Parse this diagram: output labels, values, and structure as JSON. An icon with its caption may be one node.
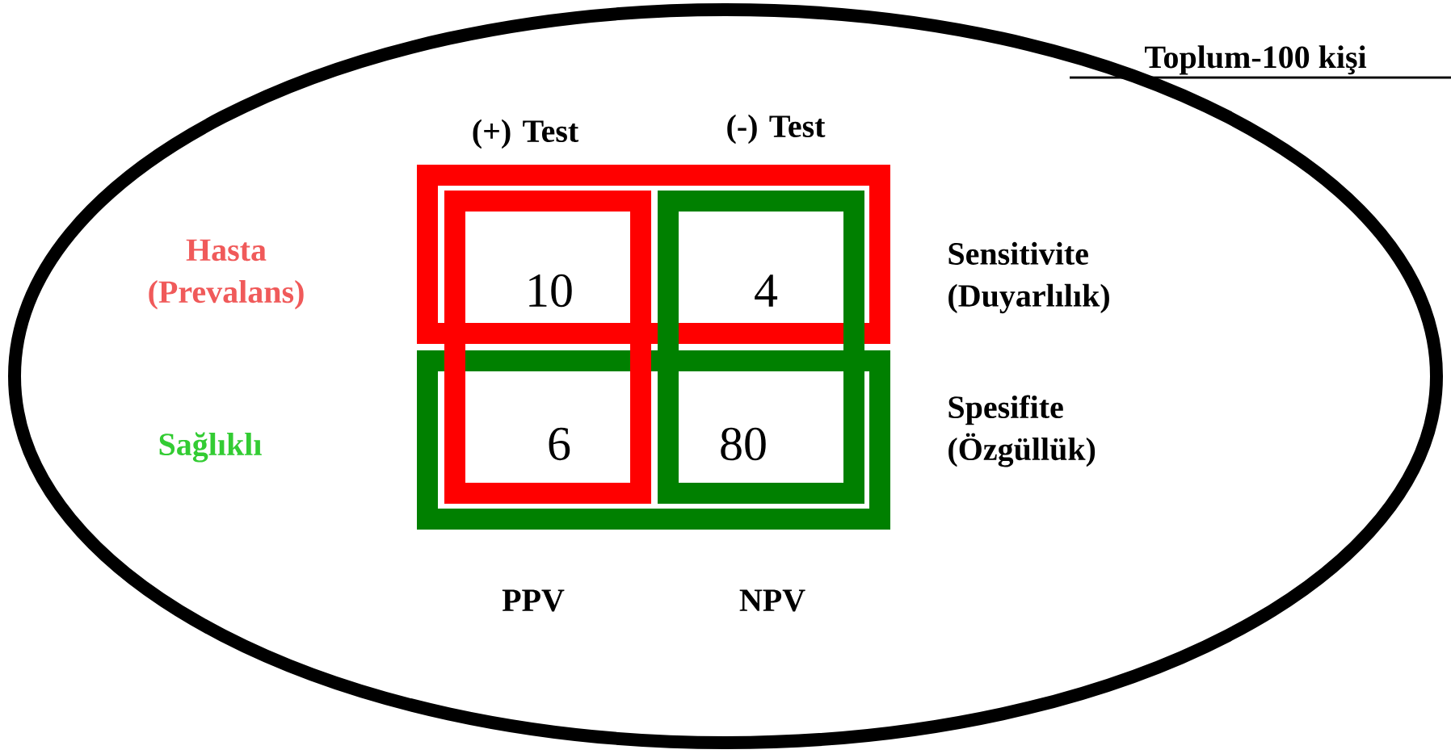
{
  "diagram": {
    "nodes": [
      {
        "text": [
          "Toplum-100 kişi"
        ]
      },
      {
        "text": [
          "10"
        ],
        "in": 0
      },
      {
        "text": [
          "4"
        ],
        "in": 0
      },
      {
        "text": [
          "6"
        ],
        "in": 0
      },
      {
        "text": [
          "80"
        ],
        "in": 0
      }
    ],
    "edges": [],
    "labels": [
      "(+) Test",
      "(-) Test",
      "Hasta (Prevalans)",
      "Sensitivite (Duyarlılık)",
      "Sağlıklı",
      "Spesifite (Özgüllük)",
      "PPV",
      "NPV"
    ]
  }
}
